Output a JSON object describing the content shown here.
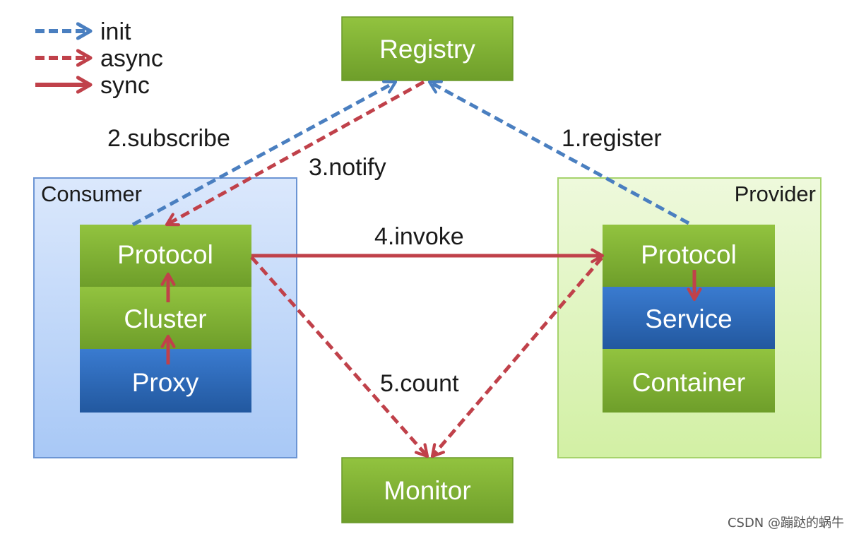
{
  "legend": {
    "init": "init",
    "async": "async",
    "sync": "sync"
  },
  "registry": "Registry",
  "monitor": "Monitor",
  "consumer": {
    "title": "Consumer",
    "layers": [
      "Protocol",
      "Cluster",
      "Proxy"
    ]
  },
  "provider": {
    "title": "Provider",
    "layers": [
      "Protocol",
      "Service",
      "Container"
    ]
  },
  "steps": {
    "register": "1.register",
    "subscribe": "2.subscribe",
    "notify": "3.notify",
    "invoke": "4.invoke",
    "count": "5.count"
  },
  "watermark": "CSDN @蹦跶的蜗牛",
  "colors": {
    "init": "#4a7fc0",
    "async": "#c0414a",
    "sync": "#c0414a",
    "green_box": "#7fb033",
    "blue_box": "#2f6bc0",
    "consumer_bg": "#cddffb",
    "provider_bg": "#e6f7c8"
  }
}
